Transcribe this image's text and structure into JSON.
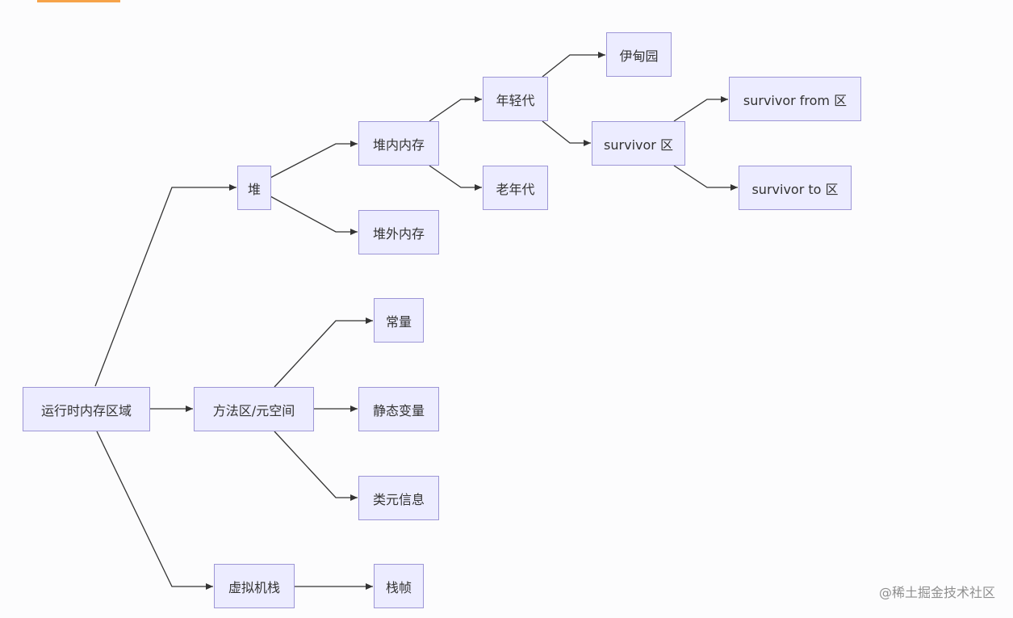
{
  "diagram": {
    "nodes": {
      "runtime_memory": "运行时内存区域",
      "heap": "堆",
      "heap_internal": "堆内内存",
      "heap_external": "堆外内存",
      "young_gen": "年轻代",
      "old_gen": "老年代",
      "eden": "伊甸园",
      "survivor": "survivor 区",
      "survivor_from": "survivor from 区",
      "survivor_to": "survivor to 区",
      "method_area": "方法区/元空间",
      "constant": "常量",
      "static_var": "静态变量",
      "class_info": "类元信息",
      "vm_stack": "虚拟机栈",
      "stack_frame": "栈帧"
    },
    "edges": [
      [
        "runtime_memory",
        "heap"
      ],
      [
        "runtime_memory",
        "method_area"
      ],
      [
        "runtime_memory",
        "vm_stack"
      ],
      [
        "heap",
        "heap_internal"
      ],
      [
        "heap",
        "heap_external"
      ],
      [
        "heap_internal",
        "young_gen"
      ],
      [
        "heap_internal",
        "old_gen"
      ],
      [
        "young_gen",
        "eden"
      ],
      [
        "young_gen",
        "survivor"
      ],
      [
        "survivor",
        "survivor_from"
      ],
      [
        "survivor",
        "survivor_to"
      ],
      [
        "method_area",
        "constant"
      ],
      [
        "method_area",
        "static_var"
      ],
      [
        "method_area",
        "class_info"
      ],
      [
        "vm_stack",
        "stack_frame"
      ]
    ]
  },
  "watermark": "@稀土掘金技术社区",
  "colors": {
    "node_fill": "#ececff",
    "node_border": "#9d96d6",
    "edge": "#333333",
    "accent": "#f6a34a"
  }
}
